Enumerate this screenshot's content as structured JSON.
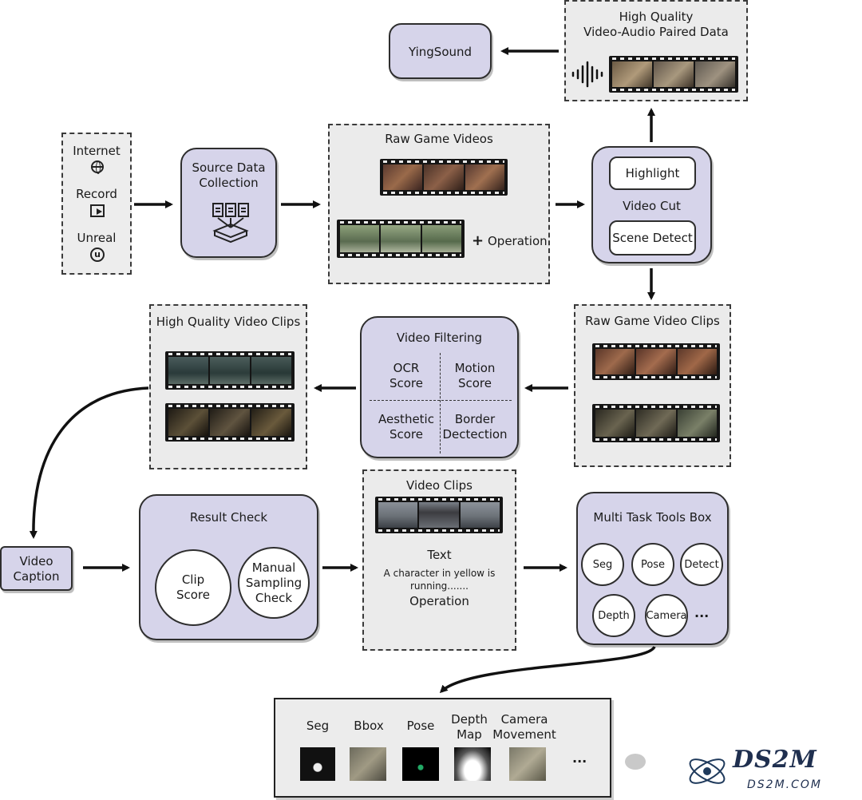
{
  "sources": {
    "items": [
      "Internet",
      "Record",
      "Unreal"
    ],
    "icons": [
      "globe-icon",
      "record-icon",
      "unreal-icon"
    ]
  },
  "source_collection": {
    "label": "Source Data\nCollection",
    "icon": "documents-collection-icon"
  },
  "raw_game_videos": {
    "title": "Raw Game Videos",
    "operation": "Operation"
  },
  "video_cut": {
    "highlight": "Highlight",
    "label": "Video Cut",
    "scene_detect": "Scene Detect"
  },
  "hq_paired": {
    "title": "High Quality\nVideo-Audio Paired Data",
    "icon": "audio-waveform-icon"
  },
  "yingsound": {
    "label": "YingSound"
  },
  "raw_clips": {
    "title": "Raw Game Video Clips"
  },
  "filtering": {
    "title": "Video Filtering",
    "cells": [
      "OCR\nScore",
      "Motion\nScore",
      "Aesthetic\nScore",
      "Border\nDectection"
    ]
  },
  "hq_clips": {
    "title": "High Quality Video Clips"
  },
  "caption": {
    "label": "Video\nCaption"
  },
  "result_check": {
    "title": "Result Check",
    "items": [
      "Clip\nScore",
      "Manual\nSampling\nCheck"
    ]
  },
  "video_clips": {
    "title": "Video Clips",
    "text_label": "Text",
    "caption": "A character in yellow  is\nrunning.......",
    "operation": "Operation"
  },
  "tools": {
    "title": "Multi Task Tools Box",
    "items": [
      "Seg",
      "Pose",
      "Detect",
      "Depth",
      "Camera"
    ],
    "more": "···"
  },
  "outputs": {
    "items": [
      "Seg",
      "Bbox",
      "Pose",
      "Depth\nMap",
      "Camera\nMovement"
    ],
    "more": "···"
  },
  "watermark": {
    "logo_text": "DS2M",
    "url": "DS2M.COM"
  },
  "colors": {
    "purple": "#d6d4ea",
    "dashed_bg": "#ebebeb",
    "stroke": "#2e2e2e"
  }
}
